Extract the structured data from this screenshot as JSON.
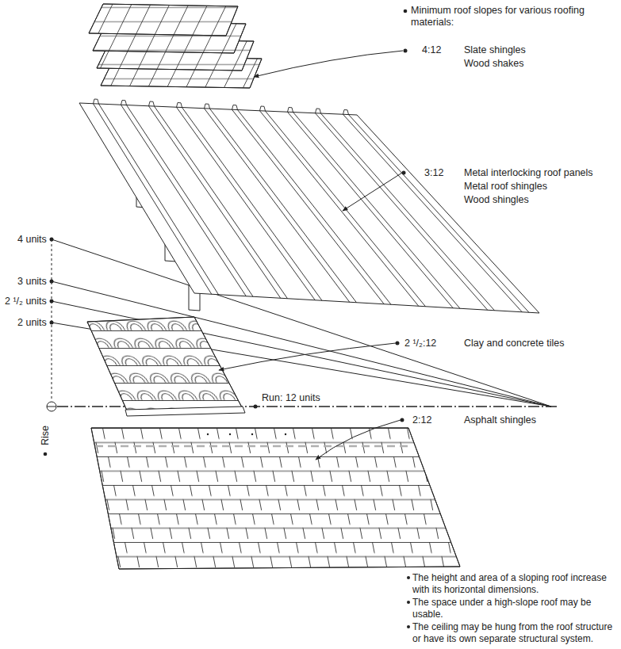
{
  "diagram": {
    "labels": [
      "Minimum roof slopes for various roofing materials:",
      "4:12",
      "Slate shingles",
      "Wood shakes",
      "3:12",
      "Metal interlocking roof panels",
      "Metal roof shingles",
      "Wood shingles",
      "4 units",
      "3 units",
      "2 ¹/₂ units",
      "2 units",
      "2 ¹/₂:12",
      "Clay and concrete tiles",
      "Run: 12 units",
      "Rise",
      "2:12",
      "Asphalt shingles",
      "The height and area of a sloping roof increase with its horizontal dimensions.",
      "The space under a high-slope roof may be usable.",
      "The ceiling may be hung from the roof structure or have its own separate structural system."
    ]
  }
}
